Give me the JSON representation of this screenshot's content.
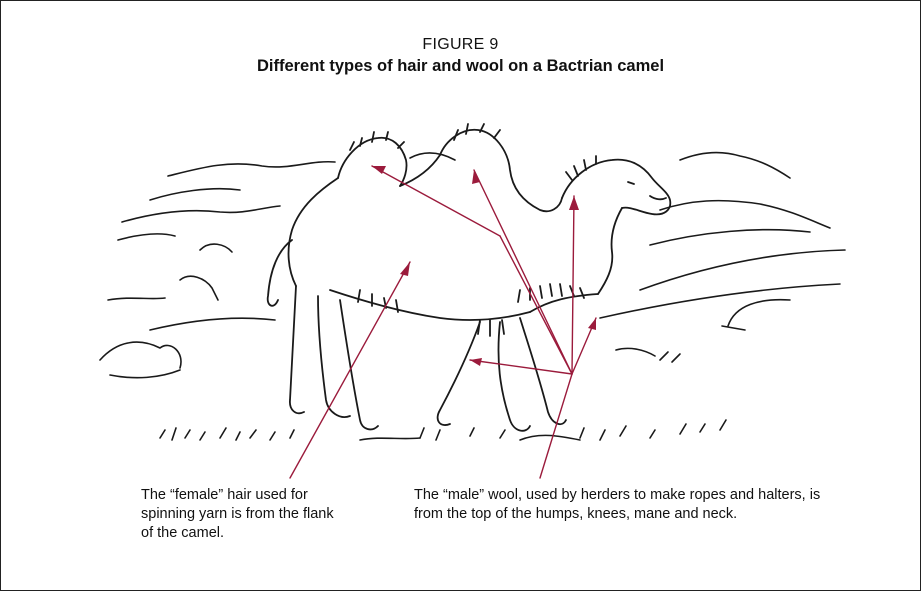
{
  "figure": {
    "label": "FIGURE 9",
    "title": "Different types of hair and wool on a Bactrian camel"
  },
  "callouts": {
    "female_hair": "The “female” hair used for spinning yarn is from the flank of the camel.",
    "male_wool": "The “male” wool, used by herders to make ropes and halters, is from the top of the humps, knees, mane and neck."
  },
  "colors": {
    "leader_line": "#9b1b3c",
    "ink": "#1a1a1a"
  }
}
